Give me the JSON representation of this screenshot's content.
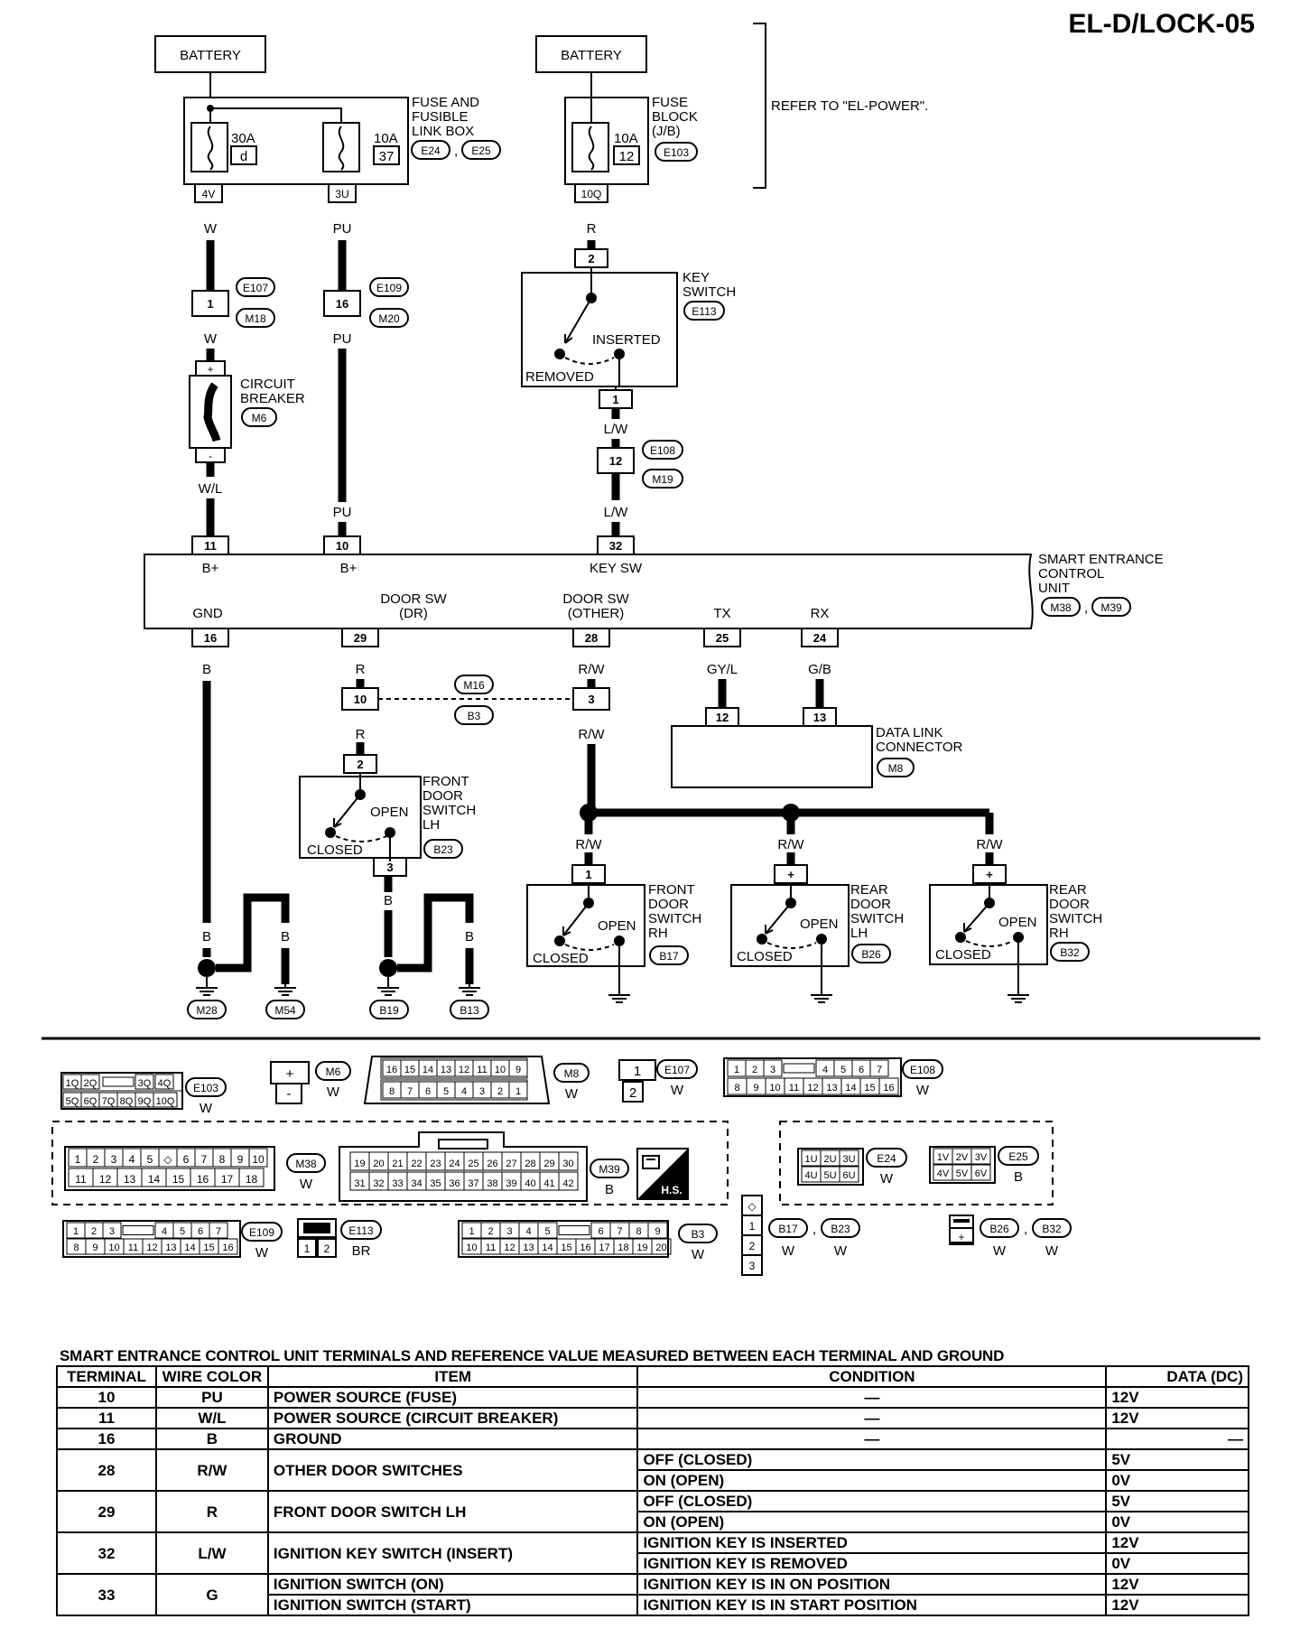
{
  "page_title": "EL-D/LOCK-05",
  "refer_note": "REFER TO \"EL-POWER\".",
  "battery_label": "BATTERY",
  "fuse_box": {
    "lines": [
      "FUSE AND",
      "FUSIBLE",
      "LINK BOX"
    ],
    "conn_a": "E24",
    "sep": ",",
    "conn_b": "E25",
    "fuse1": {
      "amp": "30A",
      "id": "d",
      "term": "4V"
    },
    "fuse2": {
      "amp": "10A",
      "id": "37",
      "term": "3U"
    }
  },
  "fuse_block": {
    "lines": [
      "FUSE",
      "BLOCK",
      "(J/B)"
    ],
    "conn": "E103",
    "fuse": {
      "amp": "10A",
      "id": "12",
      "term": "10Q"
    }
  },
  "wires": {
    "w": "W",
    "pu": "PU",
    "r": "R",
    "wl": "W/L",
    "lw": "L/W",
    "b": "B",
    "rw": "R/W",
    "gyl": "GY/L",
    "gb": "G/B"
  },
  "connectors": {
    "e107": "E107",
    "m18": "M18",
    "e109": "E109",
    "m20": "M20",
    "e108": "E108",
    "m19": "M19",
    "m16": "M16",
    "b3": "B3",
    "m6": "M6",
    "m8": "M8",
    "e113": "E113",
    "b23": "B23",
    "b17": "B17",
    "b26": "B26",
    "b32": "B32",
    "m28": "M28",
    "m54": "M54",
    "b19": "B19",
    "b13": "B13"
  },
  "pins": {
    "p1": "1",
    "p16": "16",
    "p12": "12",
    "p2": "2",
    "p3": "3",
    "p10": "10",
    "p11": "11",
    "p32": "32",
    "p29": "29",
    "p28": "28",
    "p25": "25",
    "p24": "24",
    "p13": "13",
    "plus": "+",
    "minus": "-"
  },
  "circuit_breaker": {
    "lines": [
      "CIRCUIT",
      "BREAKER"
    ]
  },
  "key_switch": {
    "lines": [
      "KEY",
      "SWITCH"
    ],
    "inserted": "INSERTED",
    "removed": "REMOVED"
  },
  "secu": {
    "lines": [
      "SMART ENTRANCE",
      "CONTROL",
      "UNIT"
    ],
    "conn_a": "M38",
    "conn_b": "M39",
    "b_plus": "B+",
    "key_sw": "KEY SW",
    "gnd": "GND",
    "door_sw_dr": [
      "DOOR SW",
      "(DR)"
    ],
    "door_sw_other": [
      "DOOR SW",
      "(OTHER)"
    ],
    "tx": "TX",
    "rx": "RX"
  },
  "data_link": {
    "lines": [
      "DATA LINK",
      "CONNECTOR"
    ]
  },
  "switch_states": {
    "open": "OPEN",
    "closed": "CLOSED"
  },
  "front_lh": [
    "FRONT",
    "DOOR",
    "SWITCH",
    "LH"
  ],
  "front_rh": [
    "FRONT",
    "DOOR",
    "SWITCH",
    "RH"
  ],
  "rear_lh": [
    "REAR",
    "DOOR",
    "SWITCH",
    "LH"
  ],
  "rear_rh": [
    "REAR",
    "DOOR",
    "SWITCH",
    "RH"
  ],
  "conn_views": {
    "e103": {
      "name": "E103",
      "color": "W",
      "row1": [
        "1Q",
        "2Q",
        "",
        "3Q",
        "4Q"
      ],
      "row2": [
        "5Q",
        "6Q",
        "7Q",
        "8Q",
        "9Q",
        "10Q"
      ]
    },
    "m6": {
      "name": "M6",
      "color": "W",
      "top": "+",
      "bottom": "-"
    },
    "m8": {
      "name": "M8",
      "color": "W",
      "row1": [
        "16",
        "15",
        "14",
        "13",
        "12",
        "11",
        "10",
        "9"
      ],
      "row2": [
        "8",
        "7",
        "6",
        "5",
        "4",
        "3",
        "2",
        "1"
      ]
    },
    "e107": {
      "name": "E107",
      "color": "W",
      "top": "1",
      "bottom": "2"
    },
    "e108": {
      "name": "E108",
      "color": "W",
      "row1": [
        "1",
        "2",
        "3",
        "",
        "4",
        "5",
        "6",
        "7"
      ],
      "row2": [
        "8",
        "9",
        "10",
        "11",
        "12",
        "13",
        "14",
        "15",
        "16"
      ]
    },
    "m38": {
      "name": "M38",
      "color": "W",
      "row1": [
        "1",
        "2",
        "3",
        "4",
        "5",
        "◇",
        "6",
        "7",
        "8",
        "9",
        "10"
      ],
      "row2": [
        "11",
        "12",
        "13",
        "14",
        "15",
        "16",
        "17",
        "18"
      ]
    },
    "m39": {
      "name": "M39",
      "color": "B",
      "row1": [
        "19",
        "20",
        "21",
        "22",
        "23",
        "24",
        "25",
        "26",
        "27",
        "28",
        "29",
        "30"
      ],
      "row2": [
        "31",
        "32",
        "33",
        "34",
        "35",
        "36",
        "37",
        "38",
        "39",
        "40",
        "41",
        "42"
      ]
    },
    "hs": "H.S.",
    "e24": {
      "name": "E24",
      "color": "W",
      "row1": [
        "1U",
        "2U",
        "3U"
      ],
      "row2": [
        "4U",
        "5U",
        "6U"
      ]
    },
    "e25": {
      "name": "E25",
      "color": "B",
      "row1": [
        "1V",
        "2V",
        "3V"
      ],
      "row2": [
        "4V",
        "5V",
        "6V"
      ]
    },
    "e109": {
      "name": "E109",
      "color": "W",
      "row1": [
        "1",
        "2",
        "3",
        "",
        "4",
        "5",
        "6",
        "7"
      ],
      "row2": [
        "8",
        "9",
        "10",
        "11",
        "12",
        "13",
        "14",
        "15",
        "16"
      ]
    },
    "e113": {
      "name": "E113",
      "color": "BR",
      "row": [
        "1",
        "2"
      ]
    },
    "b3": {
      "name": "B3",
      "color": "W",
      "row1": [
        "1",
        "2",
        "3",
        "4",
        "5",
        "",
        "6",
        "7",
        "8",
        "9"
      ],
      "row2": [
        "10",
        "11",
        "12",
        "13",
        "14",
        "15",
        "16",
        "17",
        "18",
        "19",
        "20"
      ]
    },
    "b17b23": {
      "a": "B17",
      "b": "B23",
      "color": "W",
      "pins": [
        "◇",
        "1",
        "2",
        "3"
      ]
    },
    "b26b32": {
      "a": "B26",
      "b": "B32",
      "color": "W",
      "pin": "+"
    }
  },
  "table": {
    "title": "SMART ENTRANCE CONTROL UNIT TERMINALS AND REFERENCE VALUE MEASURED BETWEEN EACH TERMINAL AND GROUND",
    "headers": [
      "TERMINAL",
      "WIRE COLOR",
      "ITEM",
      "CONDITION",
      "DATA (DC)"
    ],
    "rows": [
      {
        "terminal": "10",
        "wire": "PU",
        "item": "POWER SOURCE (FUSE)",
        "condition": "—",
        "data": "12V"
      },
      {
        "terminal": "11",
        "wire": "W/L",
        "item": "POWER SOURCE (CIRCUIT BREAKER)",
        "condition": "—",
        "data": "12V"
      },
      {
        "terminal": "16",
        "wire": "B",
        "item": "GROUND",
        "condition": "—",
        "data": "—"
      },
      {
        "terminal": "28",
        "wire": "R/W",
        "item": "OTHER DOOR SWITCHES",
        "cond1": "OFF (CLOSED)",
        "data1": "5V",
        "cond2": "ON (OPEN)",
        "data2": "0V"
      },
      {
        "terminal": "29",
        "wire": "R",
        "item": "FRONT DOOR SWITCH LH",
        "cond1": "OFF (CLOSED)",
        "data1": "5V",
        "cond2": "ON (OPEN)",
        "data2": "0V"
      },
      {
        "terminal": "32",
        "wire": "L/W",
        "item": "IGNITION KEY SWITCH (INSERT)",
        "cond1": "IGNITION KEY IS INSERTED",
        "data1": "12V",
        "cond2": "IGNITION KEY IS REMOVED",
        "data2": "0V"
      },
      {
        "terminal": "33",
        "wire": "G",
        "item1": "IGNITION SWITCH (ON)",
        "cond1": "IGNITION KEY IS IN ON POSITION",
        "data1": "12V",
        "item2": "IGNITION SWITCH (START)",
        "cond2": "IGNITION KEY IS IN START POSITION",
        "data2": "12V"
      }
    ]
  }
}
